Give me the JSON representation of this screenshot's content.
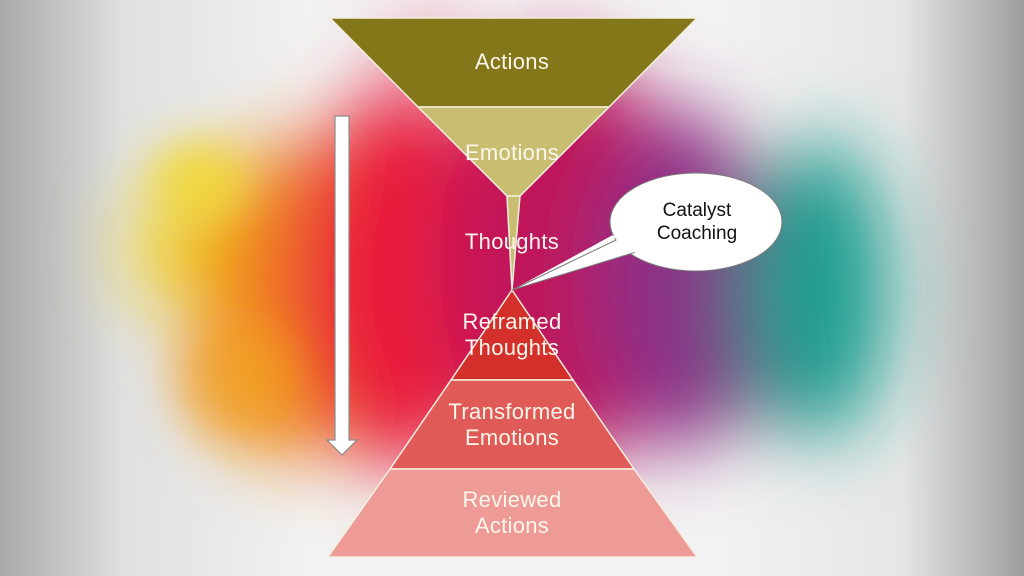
{
  "diagram": {
    "top_funnel": [
      {
        "label": "Actions",
        "color": "#837719"
      },
      {
        "label": "Emotions",
        "color": "#c9bd72"
      },
      {
        "label": "Thoughts",
        "color": "#c9bd72"
      }
    ],
    "bottom_pyramid": [
      {
        "label_line1": "Reframed",
        "label_line2": "Thoughts",
        "color": "#d3302c"
      },
      {
        "label_line1": "Transformed",
        "label_line2": "Emotions",
        "color": "#e05b57"
      },
      {
        "label_line1": "Reviewed",
        "label_line2": "Actions",
        "color": "#ee9a97"
      }
    ],
    "callout": {
      "line1": "Catalyst",
      "line2": "Coaching"
    },
    "arrow": {
      "direction": "down",
      "icon": "down-arrow-icon"
    },
    "background": {
      "description": "colorful powder explosion",
      "colors": [
        "#f2d21a",
        "#f08a12",
        "#e8183c",
        "#a8237a",
        "#1fa093"
      ]
    }
  }
}
